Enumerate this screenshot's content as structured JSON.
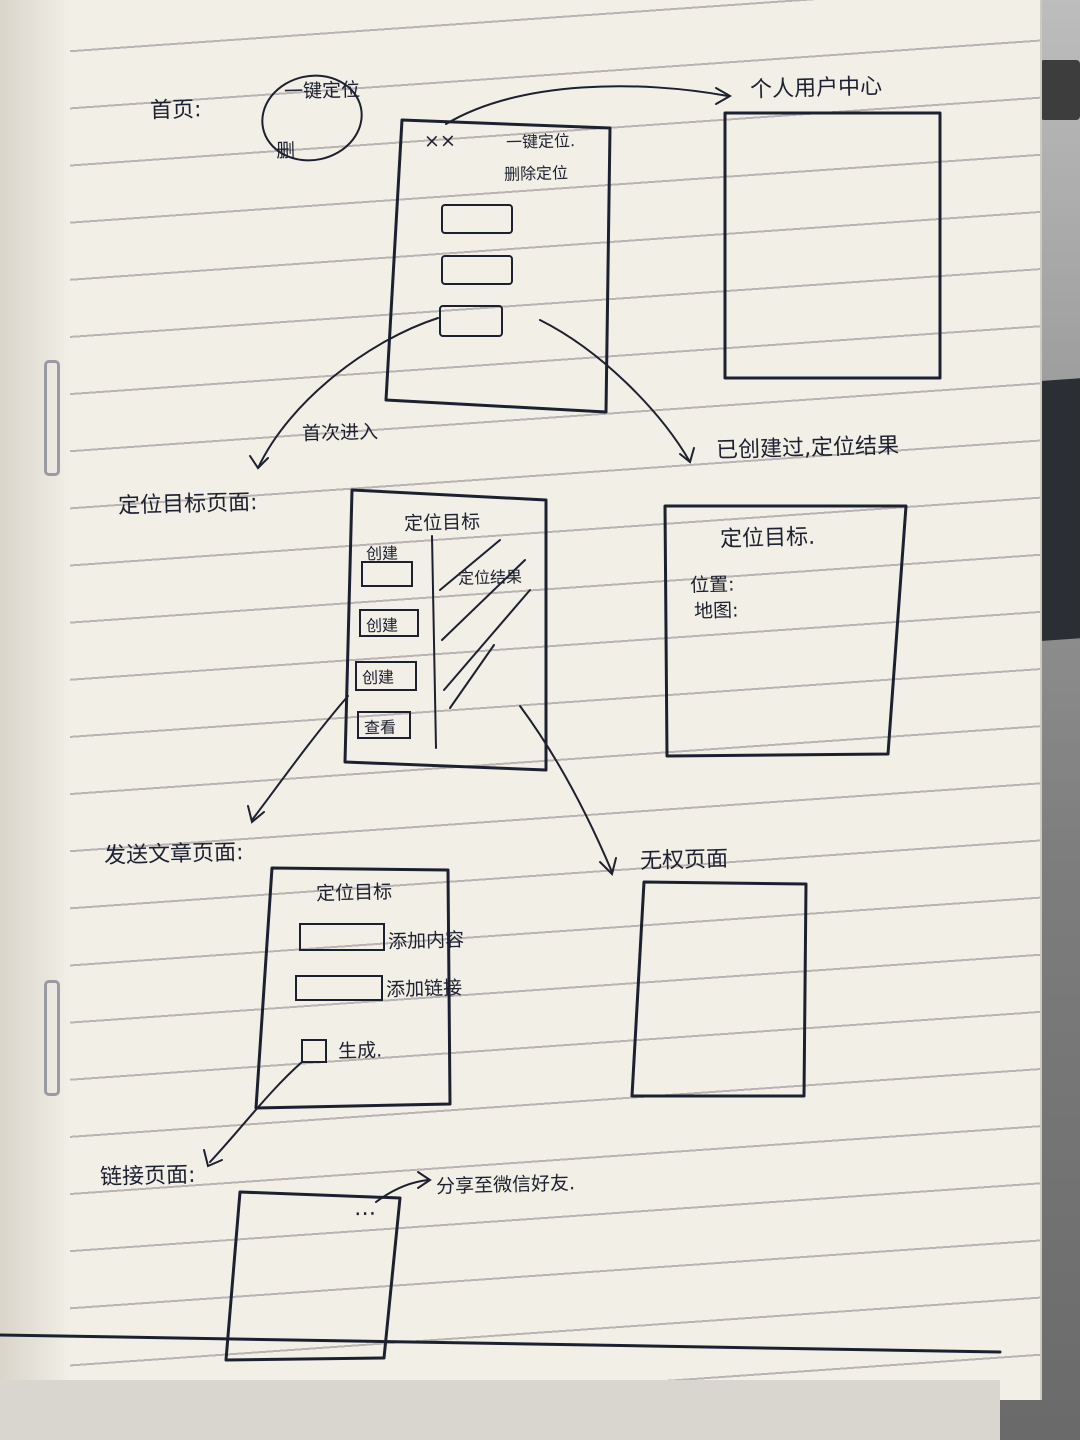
{
  "homepage": {
    "label": "首页:",
    "oval_text_top": "一键定位",
    "oval_text_bottom": "删",
    "screen_corner": "××",
    "screen_notes": [
      "一键定位.",
      "删除定位"
    ]
  },
  "user_center": {
    "label": "个人用户中心"
  },
  "arrows": {
    "first_entry": "首次进入",
    "located_result": "已创建过,定位结果"
  },
  "locate_target_page": {
    "label": "定位目标页面:",
    "title": "定位目标",
    "buttons": [
      "创建",
      "创建",
      "创建",
      "查看"
    ],
    "result_label": "定位结果"
  },
  "locate_result_page": {
    "title": "定位目标.",
    "fields": [
      "位置:",
      "地图:"
    ]
  },
  "send_article_page": {
    "label": "发送文章页面:",
    "title": "定位目标",
    "rows": [
      "添加内容",
      "添加链接"
    ],
    "checkbox_label": "生成."
  },
  "empty_page": {
    "label": "无权页面"
  },
  "link_page": {
    "label": "链接页面:",
    "menu_dots": "…",
    "menu_note": "分享至微信好友."
  }
}
